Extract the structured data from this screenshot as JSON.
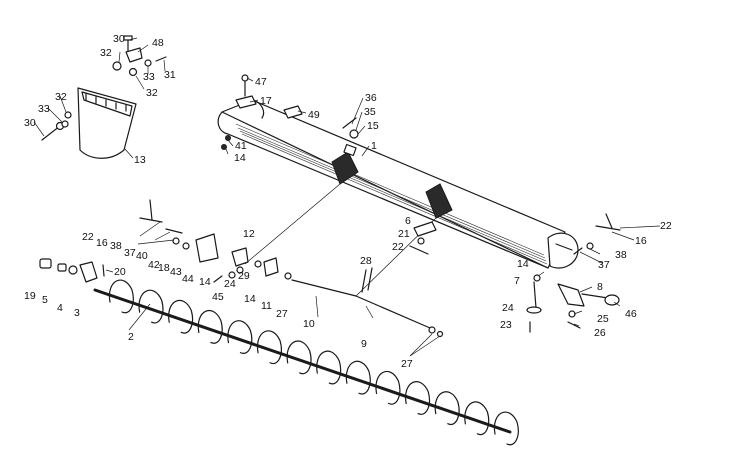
{
  "colors": {
    "ink": "#1a1a1a",
    "paper": "#ffffff"
  },
  "labels": {
    "l30a": "30",
    "l48": "48",
    "l32a": "32",
    "l33a": "33",
    "l31": "31",
    "l32b": "32",
    "l32c": "32",
    "l33b": "33",
    "l30b": "30",
    "l13": "13",
    "l47": "47",
    "l17": "17",
    "l49": "49",
    "l36": "36",
    "l35": "35",
    "l15": "15",
    "l41": "41",
    "l14a": "14",
    "l1": "1",
    "l6": "6",
    "l21": "21",
    "l22a": "22",
    "l22b": "22",
    "l16a": "16",
    "l38a": "38",
    "l37a": "37",
    "l40": "40",
    "l42": "42",
    "l18": "18",
    "l43": "43",
    "l44": "44",
    "l12": "12",
    "l29": "29",
    "l14b": "14",
    "l24a": "24",
    "l45": "45",
    "l14c": "14",
    "l11": "11",
    "l27a": "27",
    "l28": "28",
    "l10": "10",
    "l9": "9",
    "l27b": "27",
    "l20": "20",
    "l19": "19",
    "l5": "5",
    "l4": "4",
    "l3": "3",
    "l2": "2",
    "l22c": "22",
    "l16b": "16",
    "l37b": "37",
    "l38b": "38",
    "l14d": "14",
    "l7": "7",
    "l8": "8",
    "l24b": "24",
    "l23": "23",
    "l25": "25",
    "l46": "46",
    "l26": "26"
  }
}
